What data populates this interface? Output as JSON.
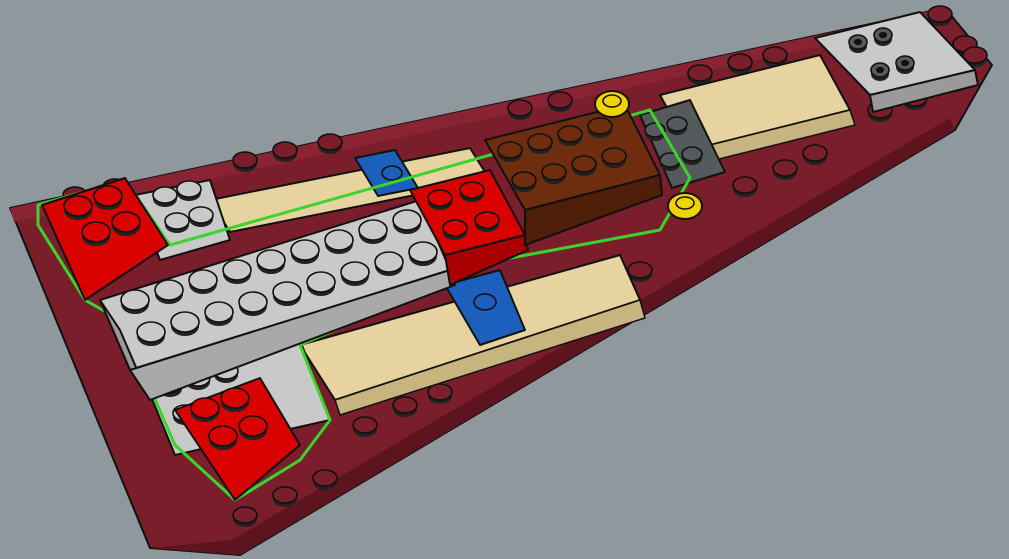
{
  "scene": {
    "background": "#8e989d",
    "subject": "brick-build-instruction-step",
    "colors": {
      "dark_red": "#7b1e2b",
      "light_gray": "#c9c9c9",
      "dark_gray": "#555a5d",
      "tan": "#e6d39f",
      "bright_red": "#d90000",
      "reddish_brown": "#6e2d0e",
      "blue": "#1c5fbd",
      "yellow": "#f0d400",
      "highlight_green": "#3bd42c"
    },
    "highlighted_parts": [
      "red-brick-2x2",
      "light-gray-brick-2x8",
      "red-brick-2x2",
      "reddish-brown-brick-2x4",
      "yellow-round-plate",
      "yellow-round-plate"
    ]
  }
}
